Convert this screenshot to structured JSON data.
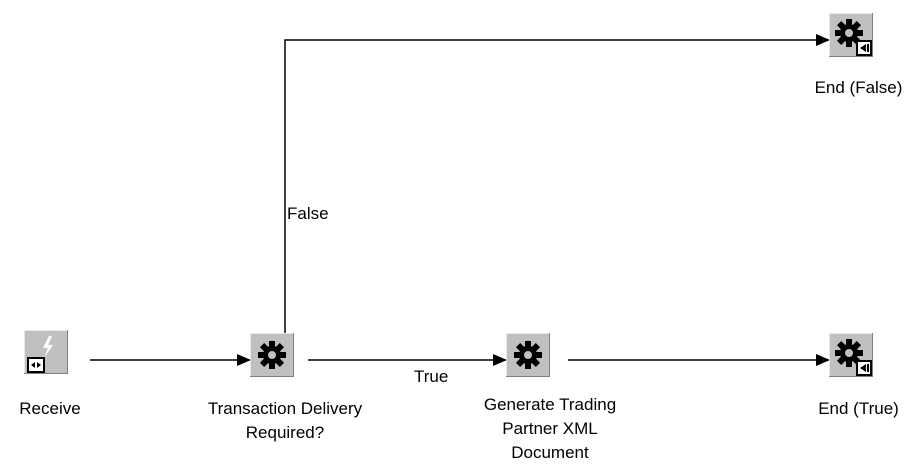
{
  "nodes": {
    "receive": {
      "label": "Receive",
      "icon": "receive-event-icon"
    },
    "transaction": {
      "label": "Transaction  Delivery\nRequired?",
      "icon": "gear-function-icon"
    },
    "generate": {
      "label": "Generate Trading\nPartner XML\nDocument",
      "icon": "gear-function-icon"
    },
    "end_true": {
      "label": "End (True)",
      "icon": "gear-end-icon"
    },
    "end_false": {
      "label": "End (False)",
      "icon": "gear-end-icon"
    }
  },
  "edges": {
    "false_label": "False",
    "true_label": "True"
  },
  "colors": {
    "node_fill": "#c0c0c0",
    "line": "#000000"
  }
}
